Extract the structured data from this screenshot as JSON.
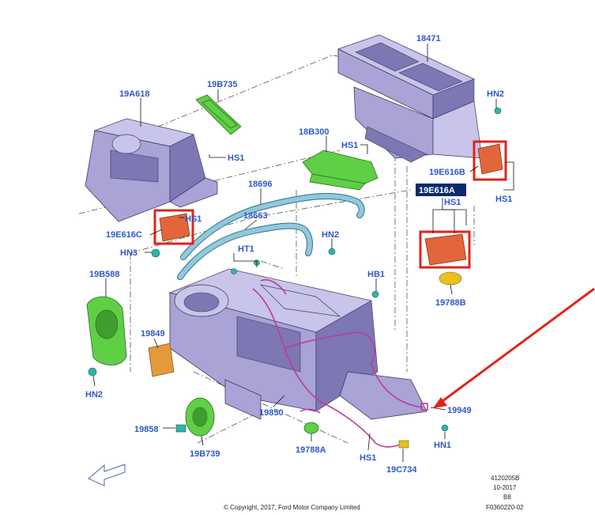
{
  "callouts": {
    "c18471": "18471",
    "c19A618": "19A618",
    "c19B735": "19B735",
    "hs1_a": "HS1",
    "c18B300": "18B300",
    "hs1_b": "HS1",
    "hn2_a": "HN2",
    "c19E616B": "19E616B",
    "hs1_c": "HS1",
    "c18696": "18696",
    "c19E616A": "19E616A",
    "hs1_d": "HS1",
    "c18663": "18663",
    "hs1_e": "HS1",
    "c19E616C": "19E616C",
    "hn2_b": "HN2",
    "hn3": "HN3",
    "ht1": "HT1",
    "c19B588": "19B588",
    "hb1": "HB1",
    "c19788B": "19788B",
    "c19849": "19849",
    "hn2_c": "HN2",
    "c19850": "19850",
    "c19949": "19949",
    "c19858": "19858",
    "hn1": "HN1",
    "c19B739": "19B739",
    "c19788A": "19788A",
    "hs1_f": "HS1",
    "c19C734": "19C734"
  },
  "footer": {
    "copyright": "© Copyright, 2017, Ford Motor Company Limited",
    "doc_number": "4120205B",
    "date": "10-2017",
    "rev": "B8",
    "figure_id": "F0360220-02"
  },
  "colors": {
    "callout_text": "#2f58c8",
    "highlight_box": "#e2231a",
    "arrow": "#e2231a",
    "housing": "#a9a3d6",
    "green_parts": "#5fcf45",
    "wiring": "#c03a9a",
    "actuator": "#e2663a"
  },
  "icons": {
    "front_direction": "direction-arrow-icon"
  }
}
